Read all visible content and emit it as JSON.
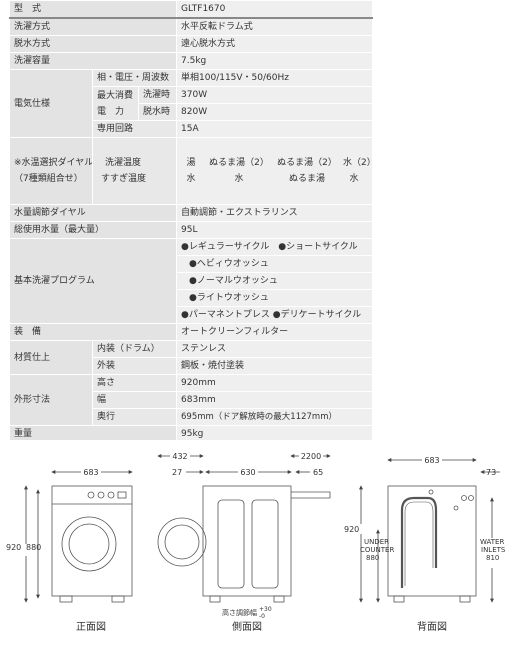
{
  "spec": {
    "model": {
      "label": "型　式",
      "value": "GLTF1670"
    },
    "wash_method": {
      "label": "洗濯方式",
      "value": "水平反転ドラム式"
    },
    "spin_method": {
      "label": "脱水方式",
      "value": "遠心脱水方式"
    },
    "capacity": {
      "label": "洗濯容量",
      "value": "7.5kg"
    },
    "electrical": {
      "label": "電気仕様",
      "phase_label": "相・電圧・周波数",
      "phase_value": "単相100/115V・50/60Hz",
      "power_label_1": "最大消費",
      "power_label_2": "電　力",
      "wash_label": "洗濯時",
      "wash_value": "370W",
      "spin_label": "脱水時",
      "spin_value": "820W",
      "circuit_label": "専用回路",
      "circuit_value": "15A"
    },
    "temperature": {
      "label_1": "※水温選択ダイヤル",
      "label_2": "（7種類組合せ）",
      "wash_temp_label": "洗濯温度",
      "rinse_temp_label": "すすぎ温度",
      "wash_row": [
        "湯",
        "ぬるま湯（2）",
        "ぬるま湯（2）",
        "水（2）"
      ],
      "rinse_row": [
        "水",
        "水",
        "ぬるま湯",
        "水"
      ]
    },
    "water_level": {
      "label": "水量調節ダイヤル",
      "value": "自動調節・エクストラリンス"
    },
    "total_water": {
      "label": "総使用水量（最大量）",
      "value": "95L"
    },
    "programs": {
      "label": "基本洗濯プログラム",
      "rows": [
        "●レギュラーサイクル　●ショートサイクル",
        "●ヘビィウオッシュ",
        "●ノーマルウオッシュ",
        "●ライトウオッシュ",
        "●パーマネントプレス ●デリケートサイクル"
      ]
    },
    "equipment": {
      "label": "装　備",
      "value": "オートクリーンフィルター"
    },
    "material": {
      "label": "材質仕上",
      "inner_label": "内装（ドラム）",
      "inner_value": "ステンレス",
      "outer_label": "外装",
      "outer_value": "鋼板・焼付塗装"
    },
    "dimensions": {
      "label": "外形寸法",
      "height_label": "高さ",
      "height_value": "920mm",
      "width_label": "幅",
      "width_value": "683mm",
      "depth_label": "奥行",
      "depth_value": "695mm（ドア解放時の最大1127mm）"
    },
    "weight": {
      "label": "重量",
      "value": "95kg"
    }
  },
  "drawings": {
    "front": {
      "caption": "正面図",
      "width": "683",
      "height_outer": "920",
      "height_inner": "880"
    },
    "side": {
      "caption": "側面図",
      "top_left": "432",
      "offset_left": "27",
      "depth": "630",
      "hose": "2200",
      "offset_right": "65",
      "adjust_note": "高さ調節幅",
      "adjust_plus": "+30",
      "adjust_minus": "-0"
    },
    "back": {
      "caption": "背面図",
      "width": "683",
      "offset": "73",
      "height": "920",
      "under_1": "UNDER",
      "under_2": "COUNTER",
      "under_3": "880",
      "water_1": "WATER",
      "water_2": "INLETS",
      "water_3": "810"
    }
  }
}
